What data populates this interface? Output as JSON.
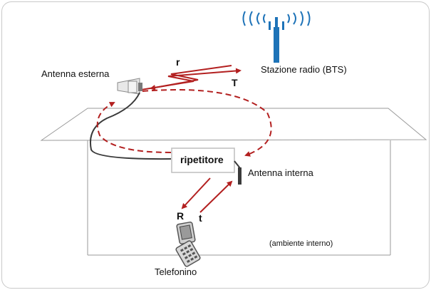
{
  "labels": {
    "antenna_esterna": "Antenna esterna",
    "stazione_radio": "Stazione radio (BTS)",
    "signal_r_upper": "r",
    "signal_T_upper": "T",
    "ripetitore": "ripetitore",
    "antenna_interna": "Antenna interna",
    "signal_R_lower": "R",
    "signal_t_lower": "t",
    "ambiente_interno": "(ambiente interno)",
    "telefonino": "Telefonino"
  },
  "colors": {
    "signal": "#b32020",
    "tower": "#1e73b8",
    "outline": "#9a9a9a",
    "cable": "#3a3a3a"
  },
  "icons": [
    "cell-tower-icon",
    "directional-antenna-icon",
    "indoor-antenna-icon",
    "mobile-phone-icon"
  ]
}
